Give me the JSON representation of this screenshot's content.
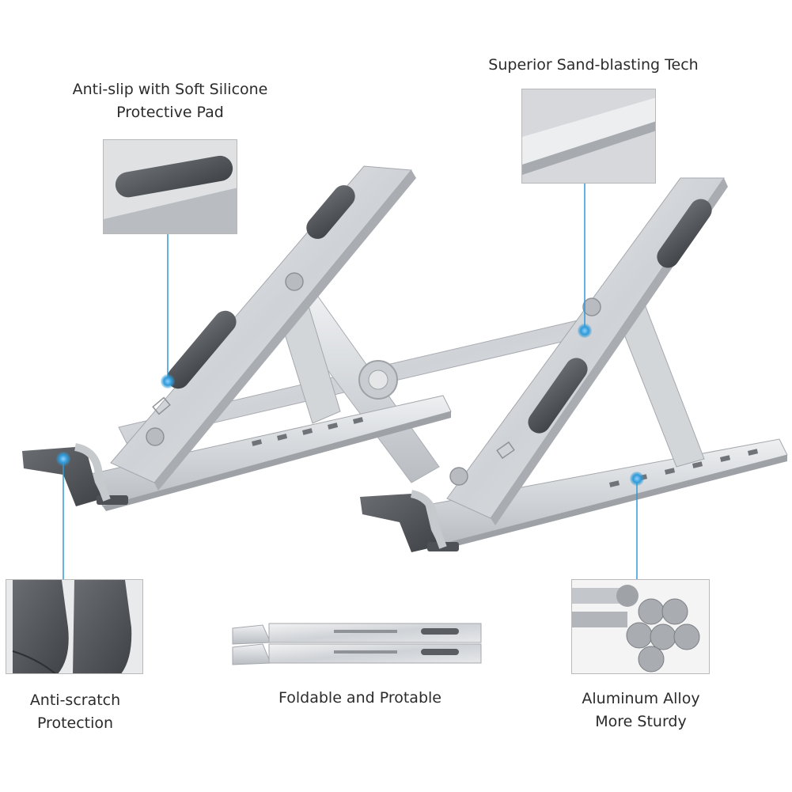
{
  "features": {
    "anti_slip": {
      "line1": "Anti-slip with Soft Silicone",
      "line2": "Protective Pad"
    },
    "sand_blasting": {
      "line1": "Superior Sand-blasting Tech"
    },
    "anti_scratch": {
      "line1": "Anti-scratch",
      "line2": "Protection"
    },
    "foldable": {
      "line1": "Foldable and Protable"
    },
    "aluminum": {
      "line1": "Aluminum Alloy",
      "line2": "More Sturdy"
    }
  },
  "colors": {
    "pointer": "#2f9ad8",
    "silver": "#d9dbde",
    "pad": "#55585c",
    "text": "#2b2b2b"
  }
}
